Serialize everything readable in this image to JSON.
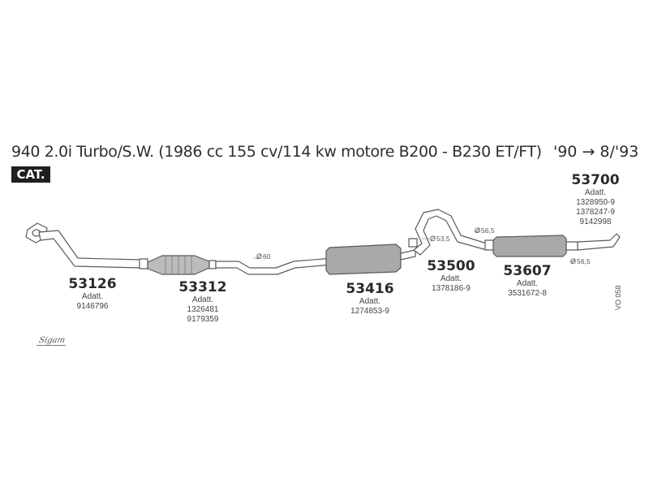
{
  "header": {
    "title": "940 2.0i Turbo/S.W. (1986 cc 155 cv/114 kw motore B200 - B230 ET/FT)",
    "date_range": "'90 → 8/'93",
    "badge": "CAT."
  },
  "parts": [
    {
      "code": "53126",
      "lines": [
        "Adatt.",
        "9146796"
      ]
    },
    {
      "code": "53312",
      "lines": [
        "Adatt.",
        "1326481",
        "9179359"
      ]
    },
    {
      "code": "53416",
      "lines": [
        "Adatt.",
        "1274853-9"
      ]
    },
    {
      "code": "53500",
      "lines": [
        "Adatt.",
        "1378186-9"
      ]
    },
    {
      "code": "53607",
      "lines": [
        "Adatt.",
        "3531672-8"
      ]
    },
    {
      "code": "53700",
      "lines": [
        "Adatt.",
        "1328950-9",
        "1378247-9",
        "9142998"
      ]
    }
  ],
  "dimensions": {
    "d1": "60",
    "d2": "53,5",
    "d3": "56,5",
    "d4": "56,5"
  },
  "diameter_symbol": "Ø",
  "reference": "VO 058",
  "logo_text": "Sigam",
  "colors": {
    "line": "#5a5a5a",
    "fill": "#a9a9a9",
    "badge_bg": "#1f1f1f"
  }
}
